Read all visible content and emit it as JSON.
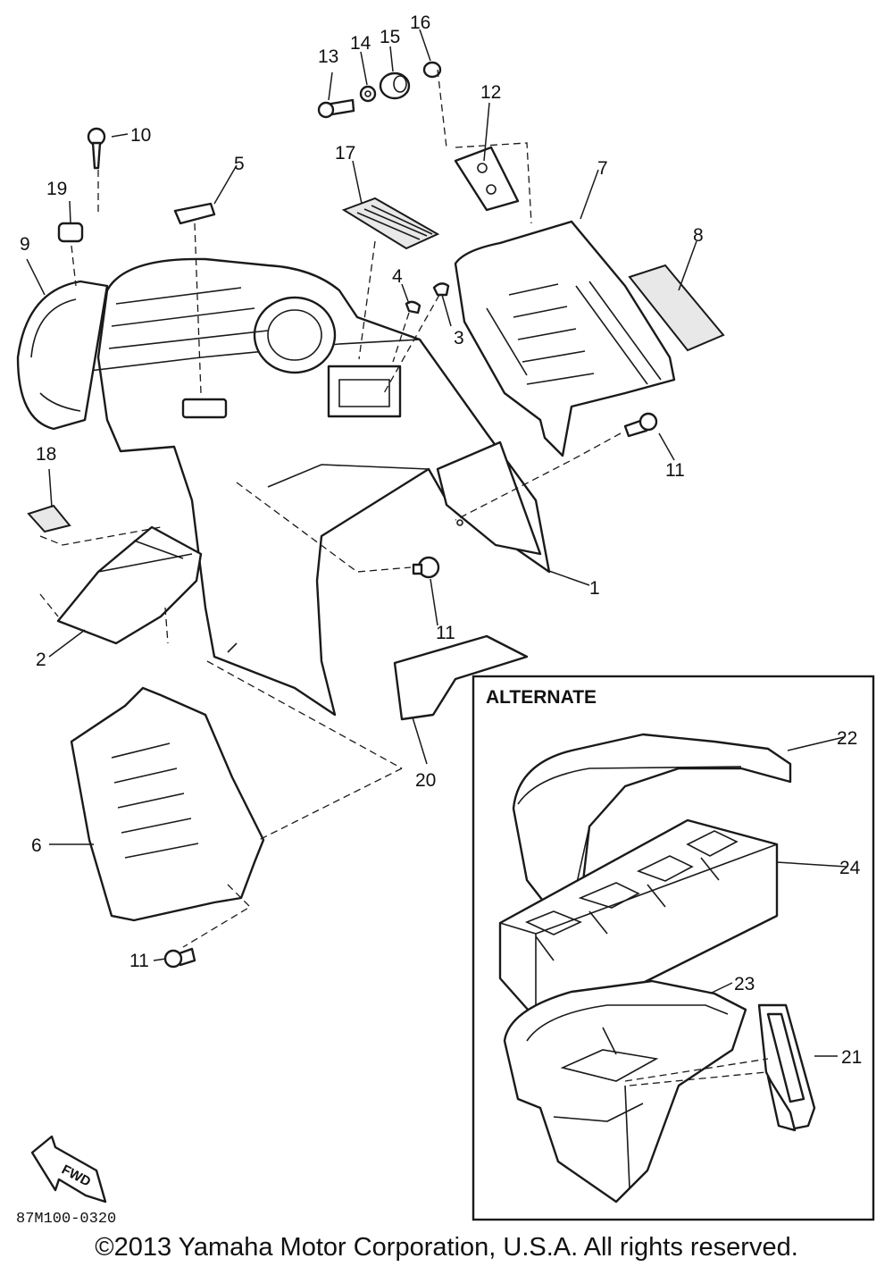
{
  "labels": {
    "p1": "1",
    "p2": "2",
    "p3": "3",
    "p4": "4",
    "p5": "5",
    "p6": "6",
    "p7": "7",
    "p8": "8",
    "p9": "9",
    "p10": "10",
    "p11a": "11",
    "p11b": "11",
    "p11c": "11",
    "p12": "12",
    "p13": "13",
    "p14": "14",
    "p15": "15",
    "p16": "16",
    "p17": "17",
    "p18": "18",
    "p19": "19",
    "p20": "20",
    "p21": "21",
    "p22": "22",
    "p23": "23",
    "p24": "24"
  },
  "alternate_title": "ALTERNATE",
  "fwd_label": "FWD",
  "diagram_code": "87M100-0320",
  "copyright": "©2013 Yamaha Motor Corporation, U.S.A. All rights reserved."
}
